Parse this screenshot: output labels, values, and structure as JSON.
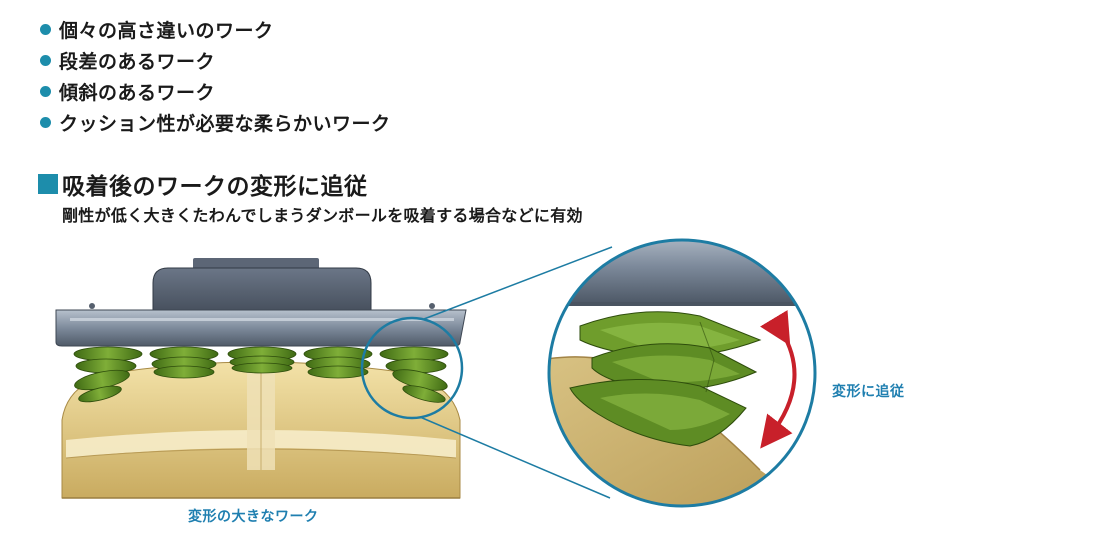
{
  "bullets": [
    "個々の高さ違いのワーク",
    "段差のあるワーク",
    "傾斜のあるワーク",
    "クッション性が必要な柔らかいワーク"
  ],
  "section": {
    "title": "吸着後のワークの変形に追従",
    "description": "剛性が低く大きくたわんでしまうダンボールを吸着する場合などに有効"
  },
  "illustration": {
    "left_caption": "変形の大きなワーク",
    "right_caption": "変形に追従"
  },
  "colors": {
    "accent": "#1d8dab",
    "caption": "#1f7fb0",
    "arrow": "#c8202a",
    "cup_green": "#5e8c24",
    "plate_gray": "#6e7b8c",
    "cardboard": "#d9c27a"
  },
  "icons": [
    "bullet-dot-icon",
    "square-marker-icon",
    "double-arrow-icon"
  ]
}
